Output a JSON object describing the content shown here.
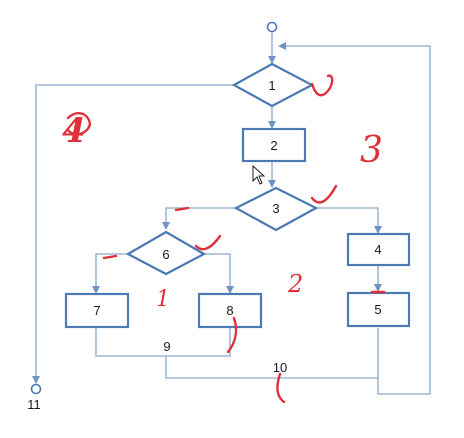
{
  "flowchart": {
    "nodes": {
      "n1": "1",
      "n2": "2",
      "n3": "3",
      "n4": "4",
      "n5": "5",
      "n6": "6",
      "n7": "7",
      "n8": "8",
      "n9": "9",
      "n10": "10",
      "n11": "11"
    }
  },
  "annotations": {
    "region_count_1": "4",
    "region_count_2": "3",
    "mark_a": "1",
    "mark_b": "2"
  },
  "colors": {
    "node_border": "#4a79b3",
    "edge": "#9fb7d6",
    "handwriting": "#e0303a"
  }
}
